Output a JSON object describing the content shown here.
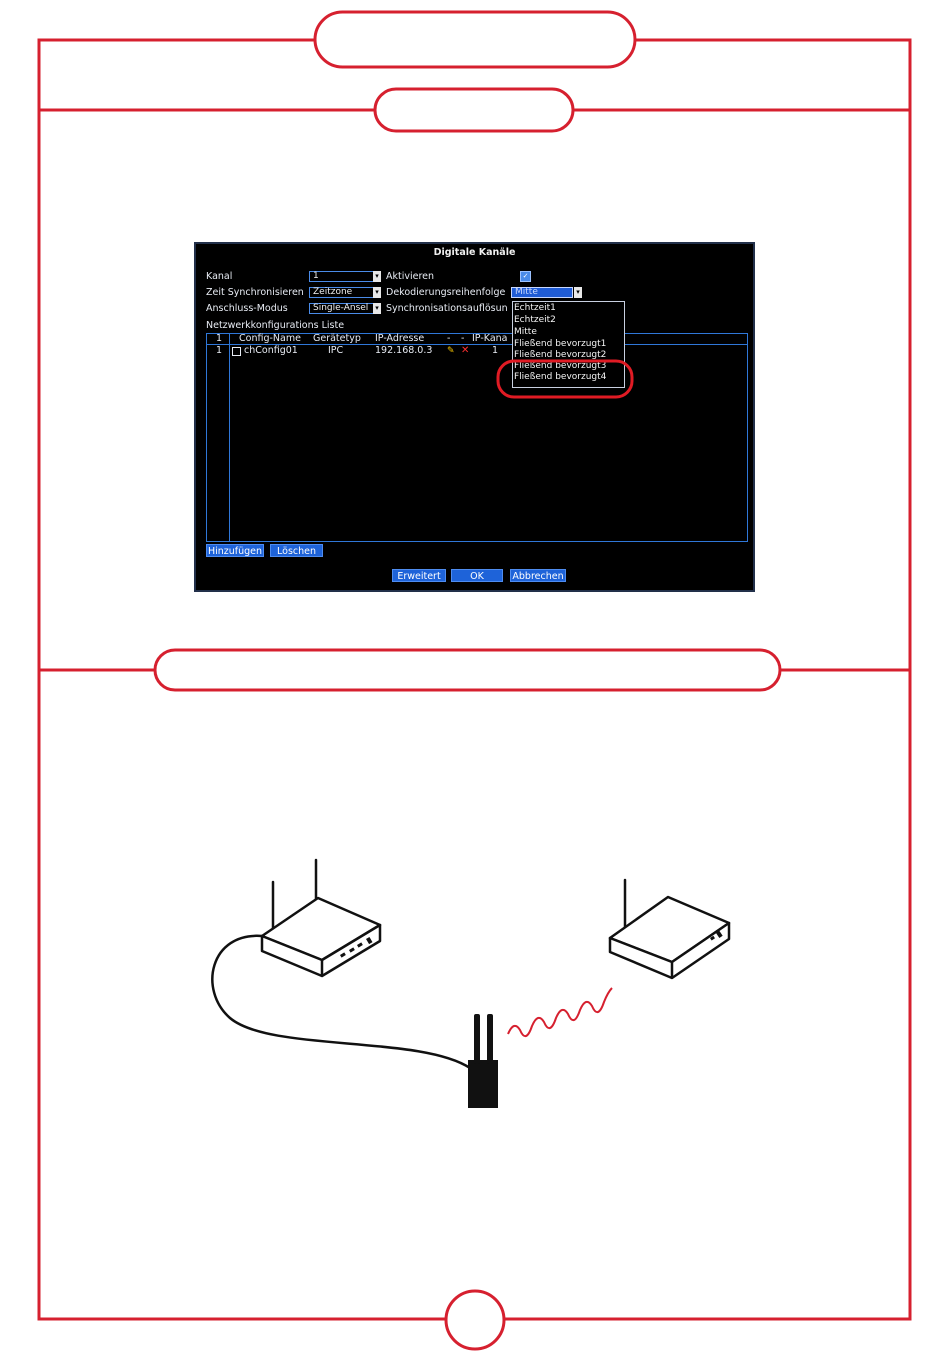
{
  "dialog": {
    "title": "Digitale Kanäle",
    "kanal_label": "Kanal",
    "kanal_value": "1",
    "aktivieren_label": "Aktivieren",
    "zeit_label": "Zeit Synchronisieren",
    "zeit_value": "Zeitzone",
    "dekodierung_label": "Dekodierungsreihenfolge",
    "dekodierung_value": "Mitte",
    "anschluss_label": "Anschluss-Modus",
    "anschluss_value": "Single-Ansel",
    "sync_label": "Synchronisationsauflösun",
    "list_title": "Netzwerkkonfigurations Liste",
    "dropdown_options": [
      "Echtzeit1",
      "Echtzeit2",
      "Mitte",
      "Fließend bevorzugt1",
      "Fließend bevorzugt2",
      "Fließend bevorzugt3",
      "Fließend bevorzugt4"
    ],
    "table": {
      "headers": [
        "1",
        "Config-Name",
        "Gerätetyp",
        "IP-Adresse",
        "-",
        "-",
        "IP-Kana"
      ],
      "row": {
        "index": "1",
        "name": "chConfig01",
        "type": "IPC",
        "ip": "192.168.0.3",
        "channel": "1"
      }
    },
    "buttons": {
      "add": "Hinzufügen",
      "delete": "Löschen",
      "advanced": "Erweitert",
      "ok": "OK",
      "cancel": "Abbrechen"
    }
  },
  "colors": {
    "frame_red": "#d6202f",
    "button_blue": "#1e63d9",
    "highlight_red": "#e01b24"
  },
  "icons": [
    "router-icon",
    "repeater-icon",
    "wireless-signal-icon",
    "edit-icon",
    "delete-icon"
  ]
}
